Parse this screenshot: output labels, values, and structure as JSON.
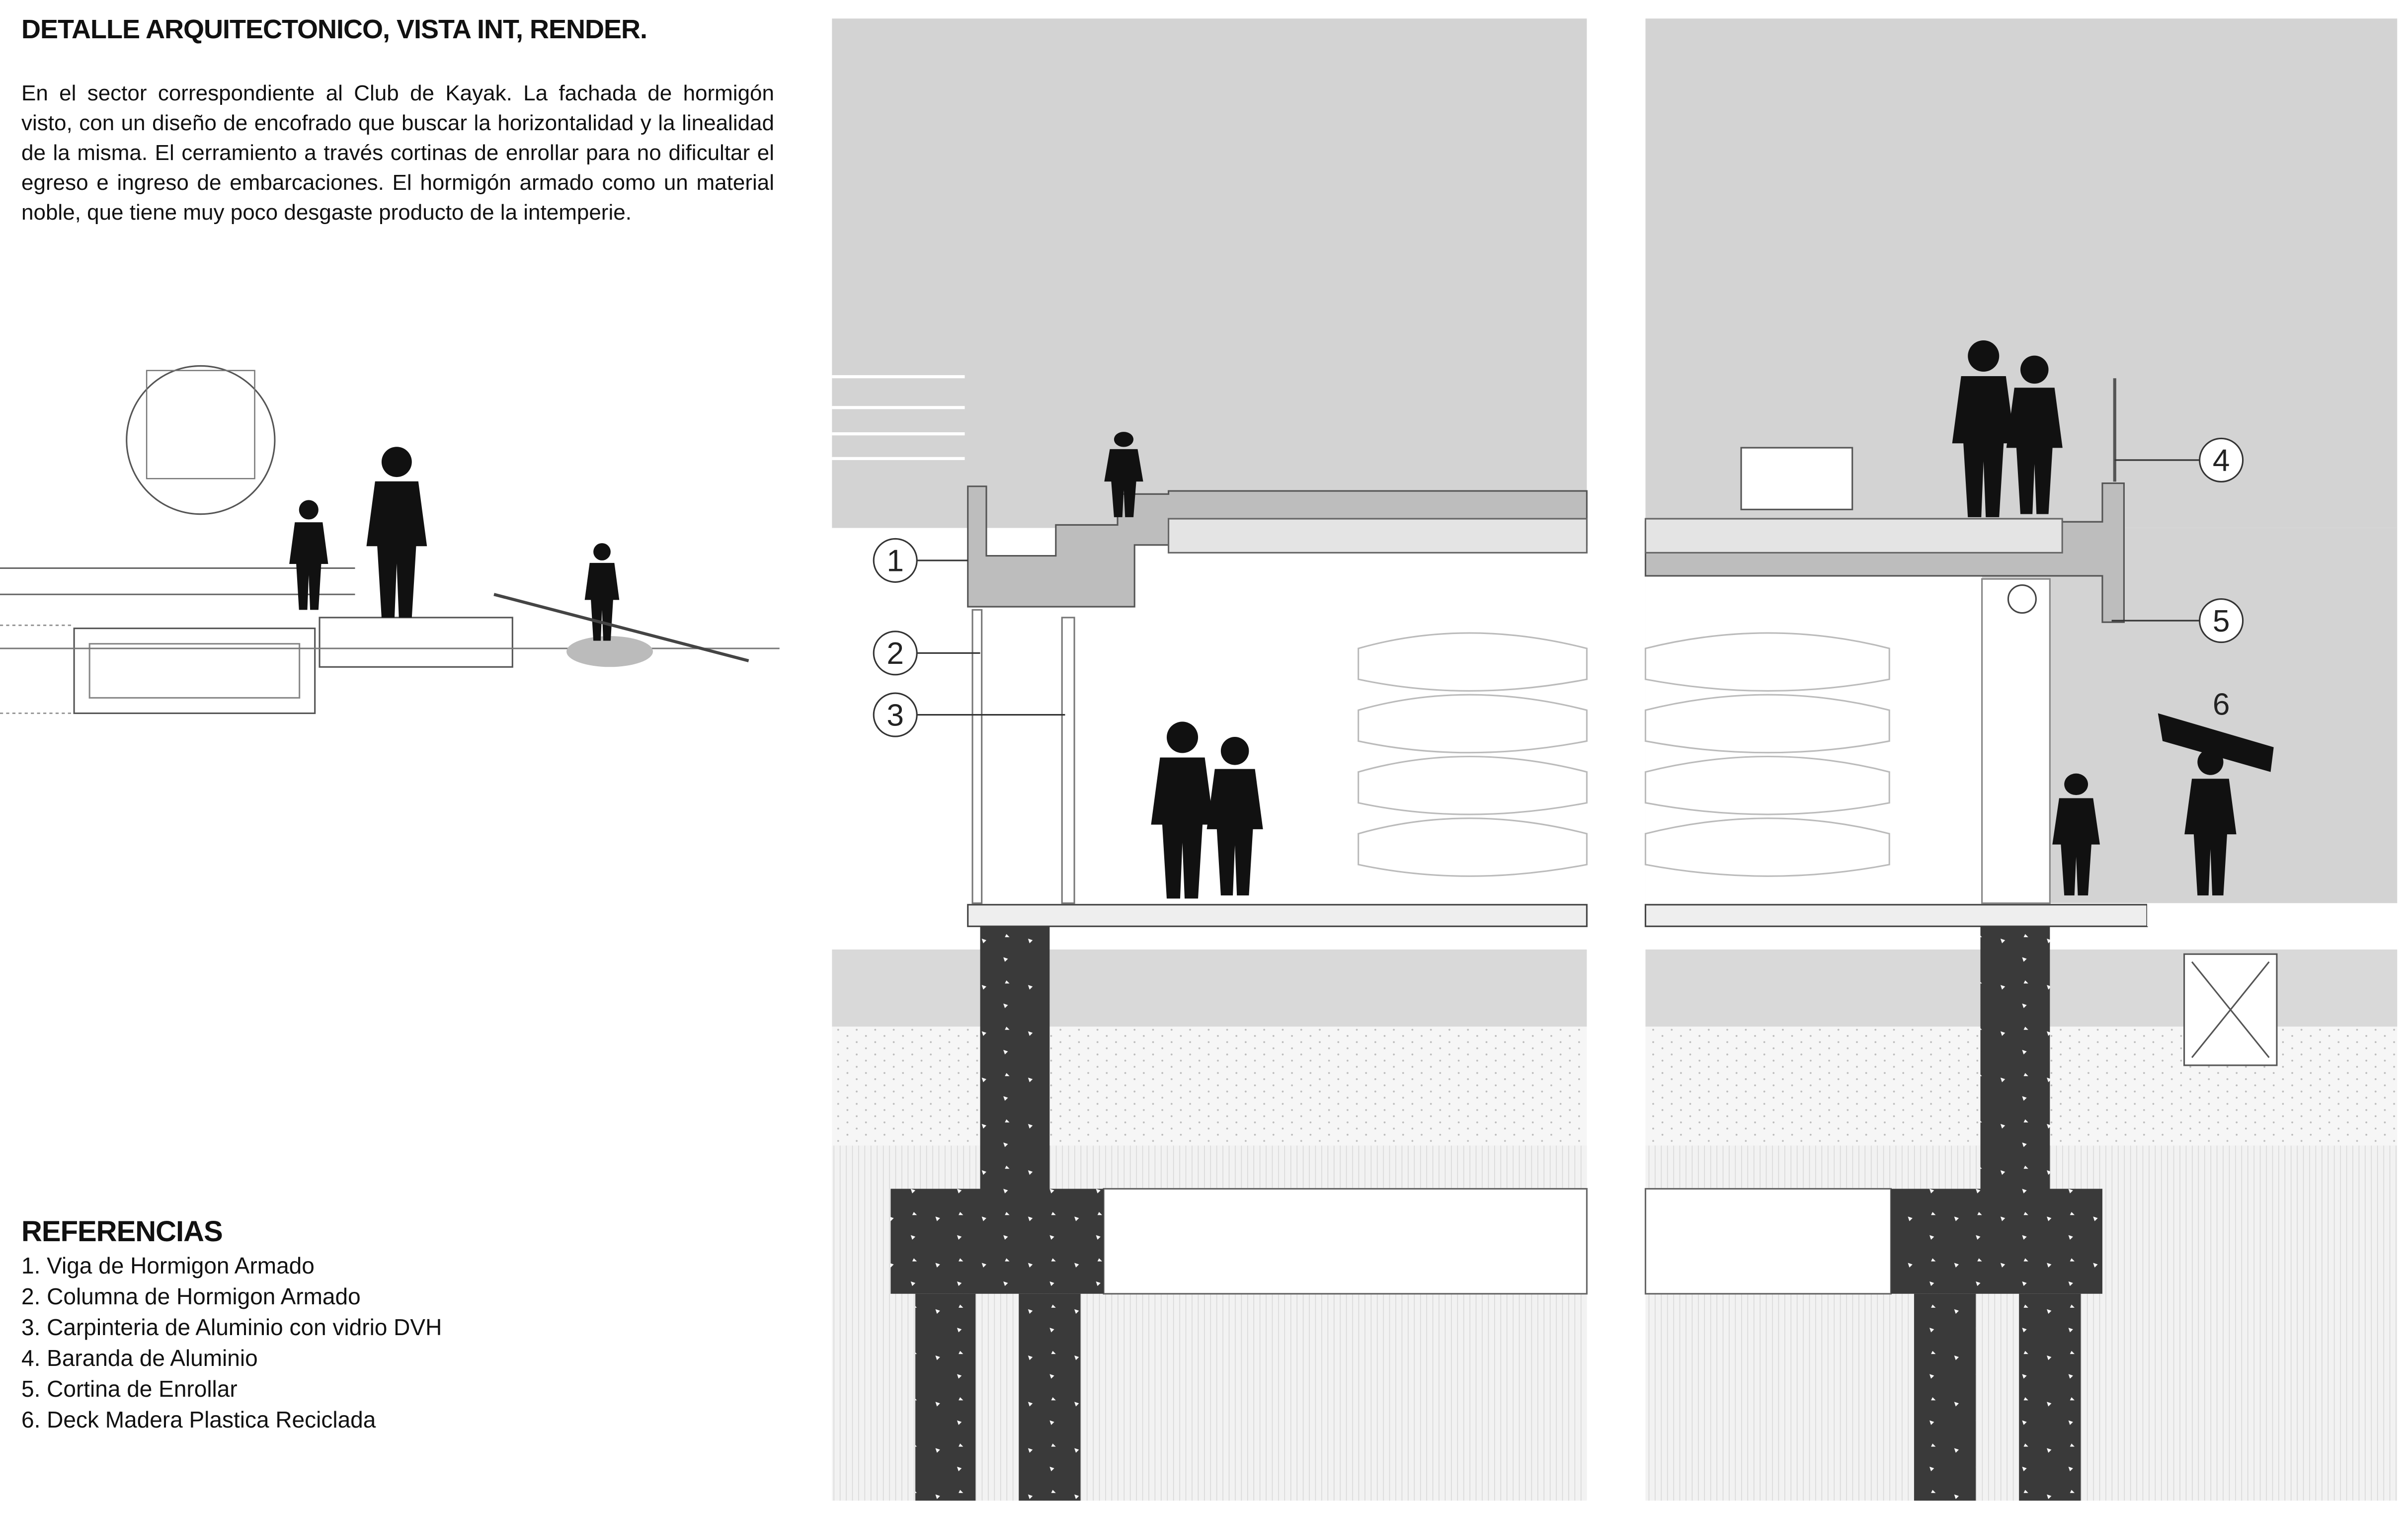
{
  "title": "DETALLE ARQUITECTONICO, VISTA INT, RENDER.",
  "description": "En el sector correspondiente al Club de Kayak. La fachada de hormigón visto, con un diseño de encofrado que buscar la horizontalidad y la linealidad de la misma. El cerramiento a través cortinas de enrollar para no dificultar el egreso e ingreso de embarcaciones. El hormigón armado como un material noble, que tiene muy poco desgaste producto de la intemperie.",
  "references": {
    "heading": "REFERENCIAS",
    "items": [
      "1. Viga de Hormigon Armado",
      "2. Columna de Hormigon Armado",
      "3. Carpinteria de Aluminio con vidrio DVH",
      "4. Baranda de Aluminio",
      "5. Cortina de Enrollar",
      "6. Deck Madera Plastica Reciclada"
    ]
  },
  "callouts": [
    "1",
    "2",
    "3",
    "4",
    "5",
    "6"
  ],
  "colors": {
    "sky": "#d3d3d3",
    "concrete": "#3b3b3b",
    "beam": "#bdbdbd",
    "silhouette": "#111111"
  }
}
